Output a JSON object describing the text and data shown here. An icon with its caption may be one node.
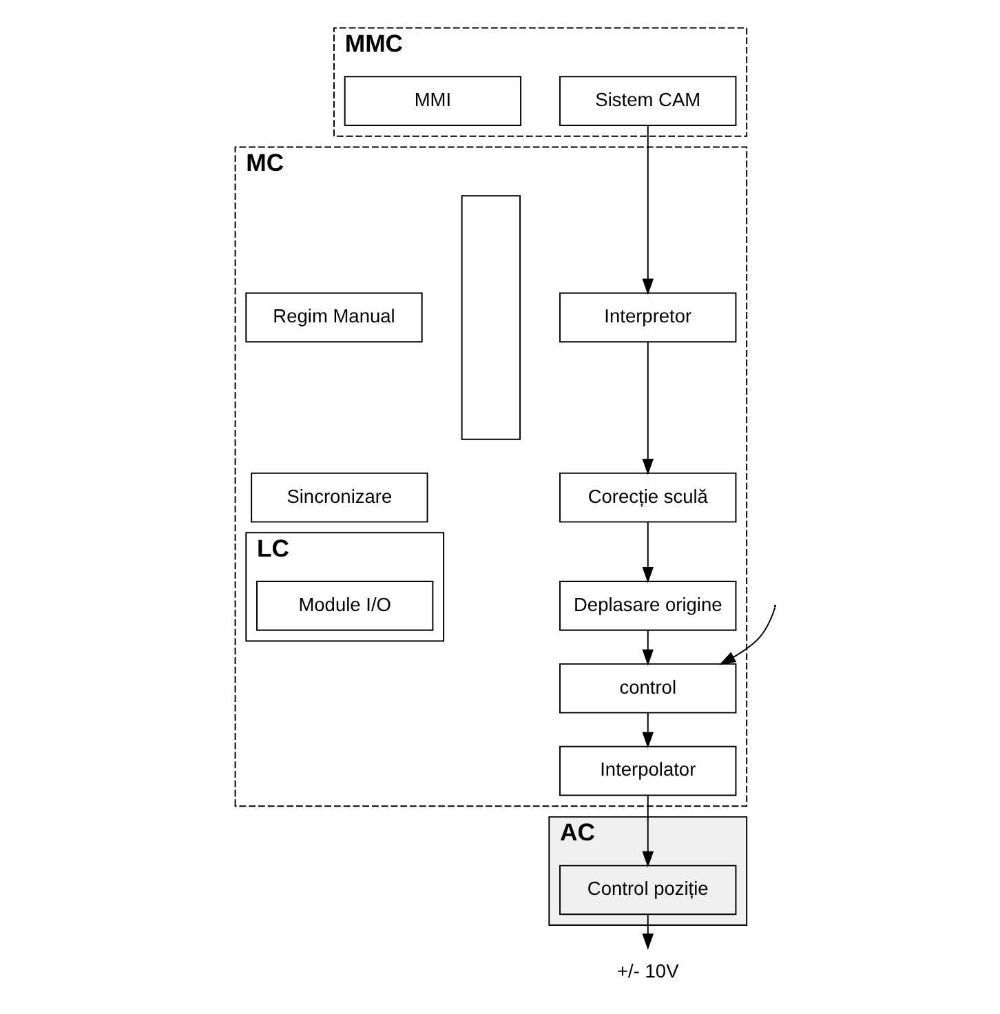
{
  "diagram": {
    "nodes": [
      {
        "text": [
          "MMC"
        ]
      },
      {
        "text": [
          "Sistem CAM"
        ],
        "in": 0
      },
      {
        "text": [
          "MMI"
        ],
        "in": 0
      },
      {
        "text": [
          "MC"
        ]
      },
      {
        "text": [
          "Interpretor"
        ],
        "in": 3
      },
      {
        "text": [
          "Corecție sculă"
        ],
        "in": 3
      },
      {
        "text": [
          "Deplasare origine"
        ],
        "in": 3
      },
      {
        "text": [
          "control"
        ],
        "in": 3
      },
      {
        "text": [
          "Interpolator"
        ],
        "in": 3
      },
      {
        "text": [],
        "shape": "bar",
        "in": 3
      },
      {
        "text": [
          "Regim Manual"
        ],
        "in": 3
      },
      {
        "text": [
          "Sincronizare"
        ],
        "in": 3
      },
      {
        "text": [
          "LC"
        ],
        "in": 3
      },
      {
        "text": [
          "Module I/O"
        ],
        "in": 12
      },
      {
        "text": [
          "AC"
        ]
      },
      {
        "text": [
          "Control poziție"
        ],
        "in": 14
      },
      {
        "text": [
          "+/- 10V"
        ]
      }
    ],
    "edges": [
      {
        "from": 1,
        "to": 4,
        "arrow": "to"
      },
      {
        "from": 4,
        "to": 5,
        "arrow": "to"
      },
      {
        "from": 5,
        "to": 6,
        "arrow": "to"
      },
      {
        "from": 6,
        "to": 7,
        "arrow": "to"
      },
      {
        "from": null,
        "to": 7,
        "arrow": "to"
      },
      {
        "from": 7,
        "to": 8,
        "arrow": "to"
      },
      {
        "from": 8,
        "to": 15,
        "arrow": "to"
      },
      {
        "from": 15,
        "to": 16,
        "arrow": "to"
      }
    ]
  }
}
